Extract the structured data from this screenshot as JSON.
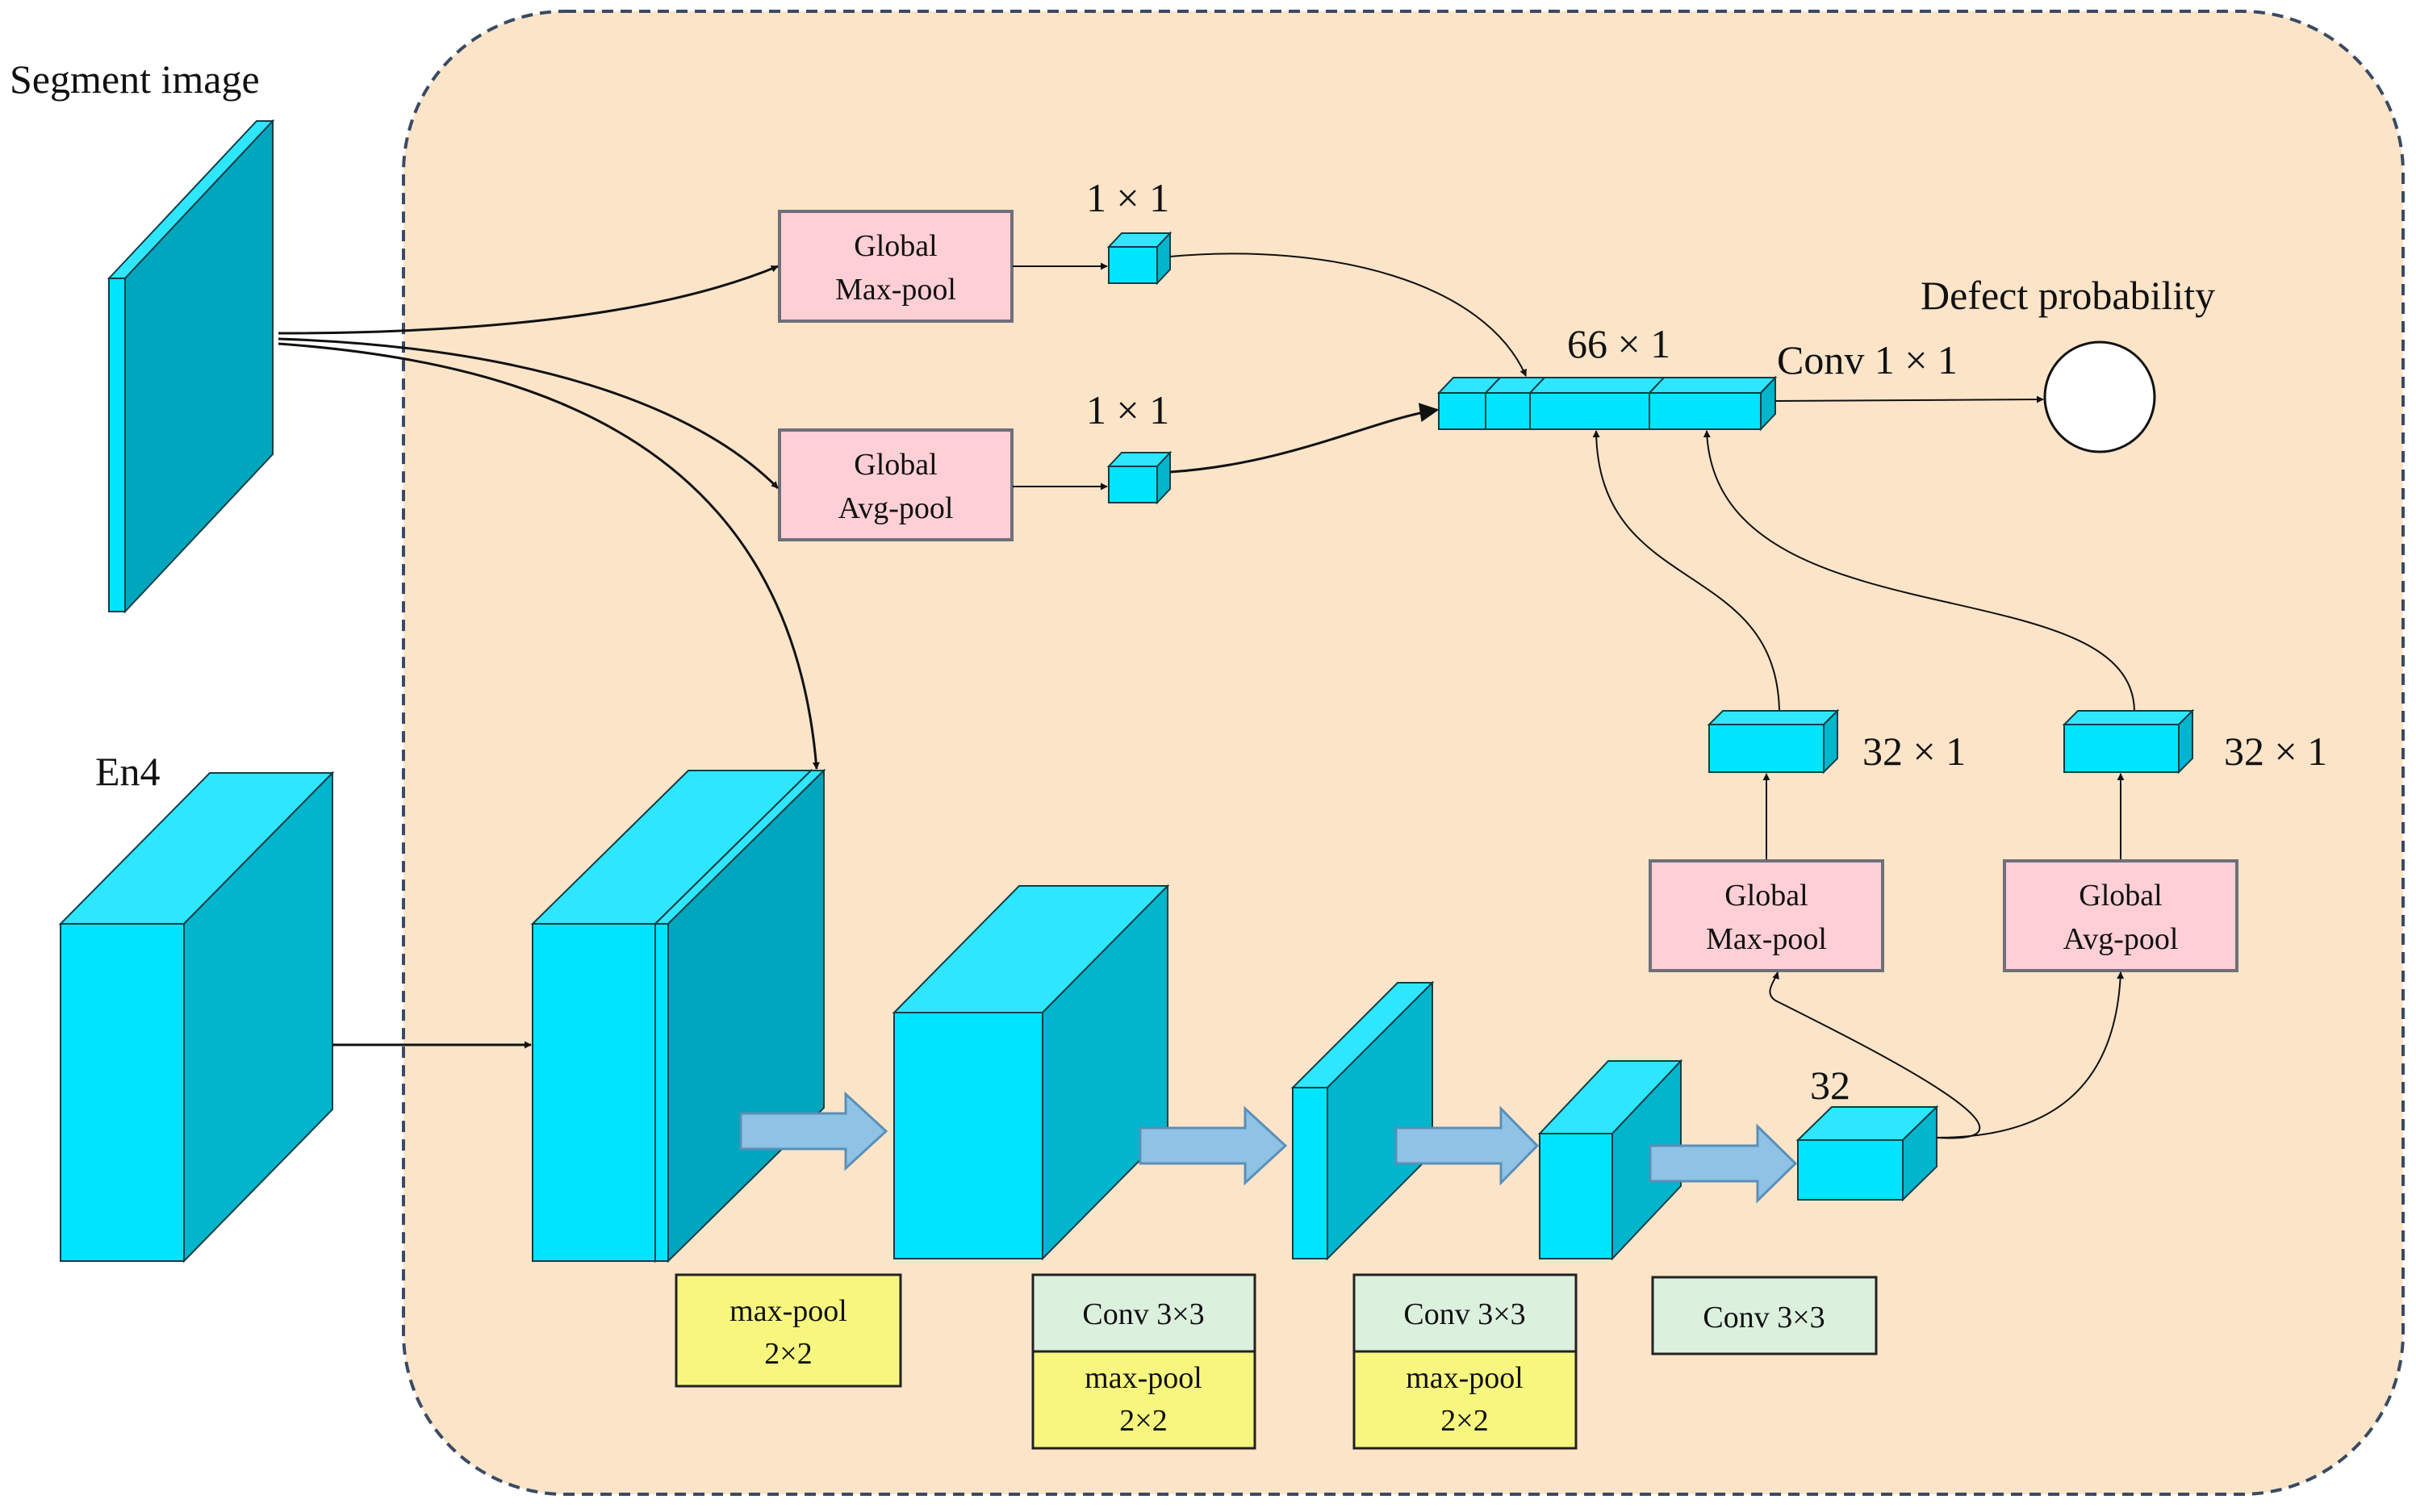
{
  "labels": {
    "segment_image": "Segment image",
    "en4": "En4",
    "defect_probability": "Defect probability",
    "conv_1x1": "Conv 1 × 1",
    "size_66x1": "66 × 1",
    "size_1x1_top": "1 × 1",
    "size_1x1_bottom": "1 × 1",
    "size_32x1_left": "32 × 1",
    "size_32x1_right": "32 × 1",
    "size_32": "32"
  },
  "pool_boxes": {
    "top_max": [
      "Global",
      "Max-pool"
    ],
    "top_avg": [
      "Global",
      "Avg-pool"
    ],
    "right_max": [
      "Global",
      "Max-pool"
    ],
    "right_avg": [
      "Global",
      "Avg-pool"
    ]
  },
  "ops": {
    "op1": [
      "max-pool",
      "2×2"
    ],
    "op2_conv": "Conv 3×3",
    "op2_pool": [
      "max-pool",
      "2×2"
    ],
    "op3_conv": "Conv 3×3",
    "op3_pool": [
      "max-pool",
      "2×2"
    ],
    "op4_conv": "Conv 3×3"
  },
  "colors": {
    "panel_fill": "#fbe4c8",
    "panel_border": "#3a4a63",
    "cube_front": "#00e5ff",
    "cube_top": "#2fe6ff",
    "cube_side": "#00b5cc",
    "cube_dark": "#00a6bd",
    "pool_fill": "#ffcfd6",
    "pool_border": "#6f6f7a",
    "op_yellow": "#f7f77f",
    "op_green": "#dcf0de",
    "fat_arrow": "#8ec3e6",
    "fat_arrow_border": "#5b8fb8"
  }
}
